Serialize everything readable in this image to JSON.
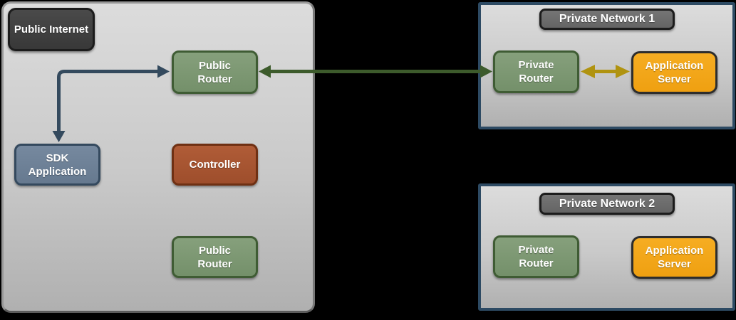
{
  "colors": {
    "background": "#000000",
    "zone_fill_top": "#dcdcdc",
    "zone_fill_bottom": "#b0b0b0",
    "private_zone_border": "#2d4a63",
    "node_green_fill": "#7b9472",
    "node_green_border": "#3f5c34",
    "node_slate_fill": "#6d8096",
    "node_slate_border": "#34495e",
    "node_rust_fill": "#a65532",
    "node_rust_border": "#6f3013",
    "node_orange_fill": "#f2a516",
    "node_orange_border": "#2d2d2d",
    "label_dark_fill": "#3d3d3d",
    "label_mid_fill": "#6a6a6a",
    "arrow_slate": "#344a5e",
    "arrow_green": "#3d5b2c",
    "arrow_gold": "#b09310"
  },
  "zones": {
    "public_internet": {
      "title": "Public\nInternet",
      "nodes": {
        "public_router_top": {
          "label": "Public\nRouter"
        },
        "sdk_application": {
          "label": "SDK\nApplication"
        },
        "controller": {
          "label": "Controller"
        },
        "public_router_bottom": {
          "label": "Public\nRouter"
        }
      }
    },
    "private_network_1": {
      "title": "Private Network 1",
      "nodes": {
        "private_router": {
          "label": "Private\nRouter"
        },
        "application_server": {
          "label": "Application\nServer"
        }
      }
    },
    "private_network_2": {
      "title": "Private Network 2",
      "nodes": {
        "private_router": {
          "label": "Private\nRouter"
        },
        "application_server": {
          "label": "Application\nServer"
        }
      }
    }
  },
  "connections": [
    {
      "name": "sdk-application-public-router",
      "type": "elbow-bidirectional",
      "color": "#344a5e"
    },
    {
      "name": "public-router-private-router-1",
      "type": "bidirectional",
      "color": "#3d5b2c"
    },
    {
      "name": "private-router-1-application-server-1",
      "type": "bidirectional",
      "color": "#b09310"
    }
  ]
}
